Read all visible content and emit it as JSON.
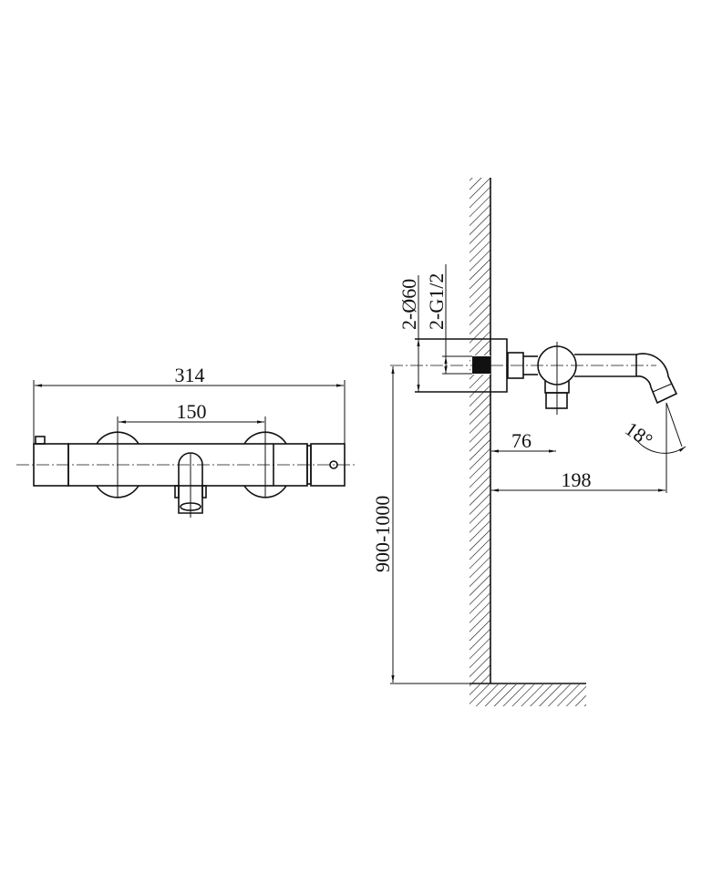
{
  "front_view": {
    "dim_overall": "314",
    "dim_centers": "150"
  },
  "side_view": {
    "label_escutcheon": "2-Ø60",
    "label_thread": "2-G1/2",
    "dim_wall_to_center": "76",
    "dim_projection": "198",
    "dim_angle": "18°",
    "dim_height": "900-1000"
  }
}
